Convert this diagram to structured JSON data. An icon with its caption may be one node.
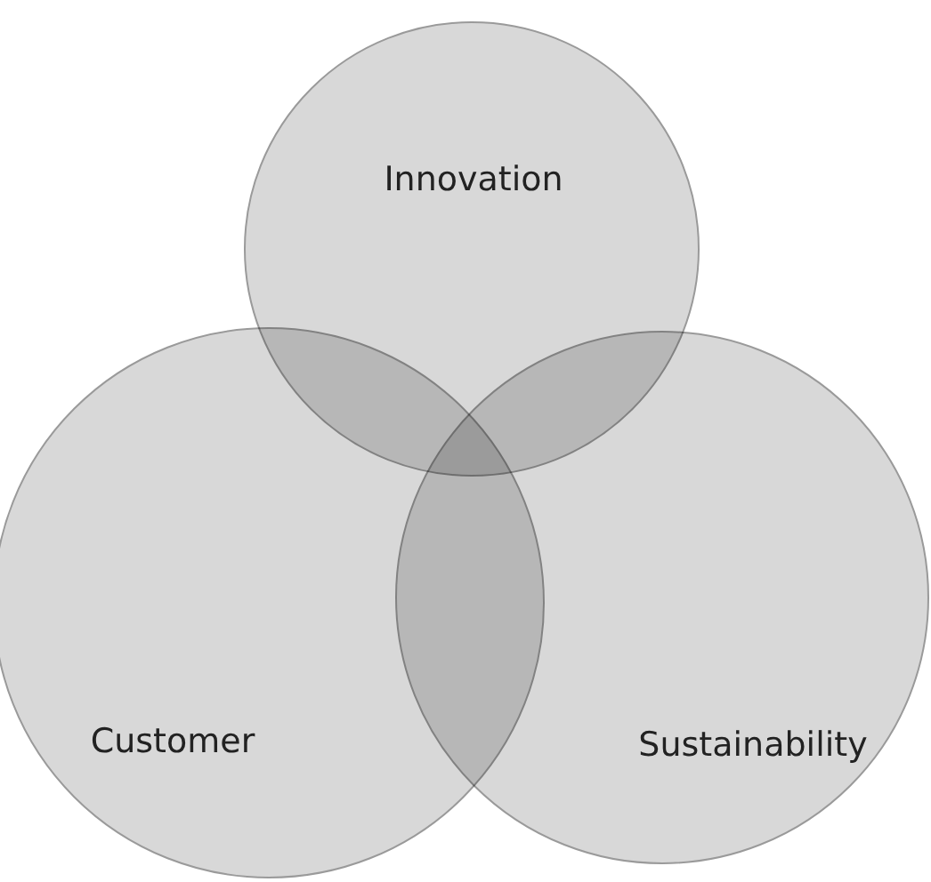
{
  "diagram": {
    "nodes": [
      {
        "text": [
          "Innovation"
        ]
      },
      {
        "text": [
          "Customer"
        ]
      },
      {
        "text": [
          "Sustainability"
        ]
      }
    ]
  }
}
